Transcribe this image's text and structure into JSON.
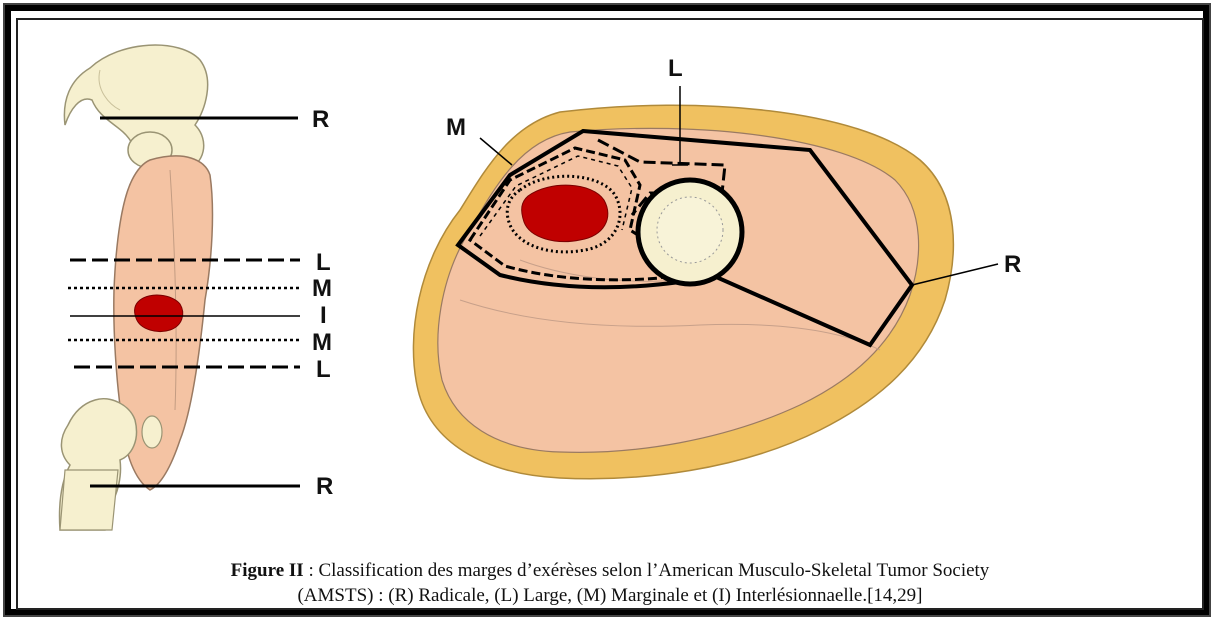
{
  "caption": {
    "figure_label": "Figure II",
    "line1_text": " : Classification des marges d’exérèses selon l’American Musculo-Skeletal Tumor Society",
    "line2_text": "(AMSTS) : (R) Radicale, (L) Large, (M) Marginale et (I) Interlésionnaelle.[14,29]"
  },
  "left_diagram": {
    "labels": {
      "r_top": "R",
      "l_upper": "L",
      "m_upper": "M",
      "i_center": "I",
      "m_lower": "M",
      "l_lower": "L",
      "r_bottom": "R"
    }
  },
  "cross_section": {
    "labels": {
      "l_top": "L",
      "m_left": "M",
      "r_right": "R"
    }
  },
  "colors": {
    "bone": "#f6f0cf",
    "muscle": "#f4c3a3",
    "fat_ring": "#f0c160",
    "tumor": "#c00000",
    "line": "#000000"
  }
}
